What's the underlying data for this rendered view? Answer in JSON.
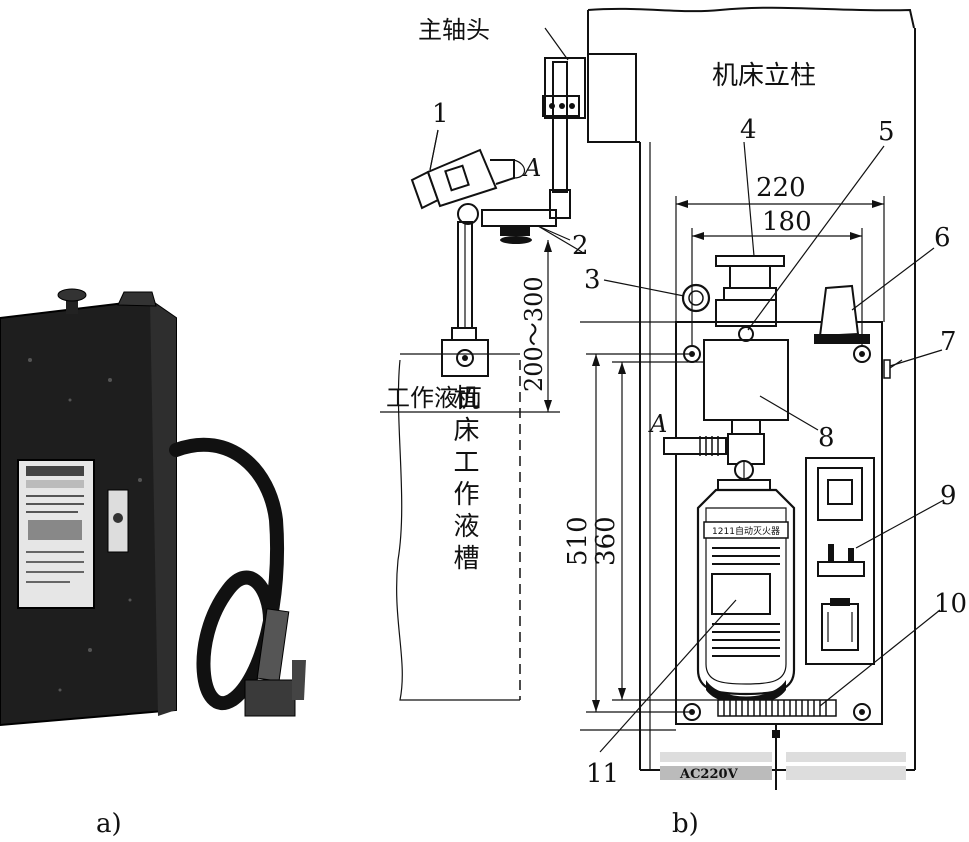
{
  "figure": {
    "panel_a_label": "a)",
    "panel_b_label": "b)",
    "labels": {
      "spindle_head": "主轴头",
      "machine_column": "机床立柱",
      "work_fluid_surface": "工作液面",
      "work_fluid_tank": "机床工作液槽",
      "extinguisher_label": "1211自动灭火器",
      "power_label": "AC220V",
      "arrow_a_top": "A",
      "arrow_a_left": "A"
    },
    "callouts": [
      "1",
      "2",
      "3",
      "4",
      "5",
      "6",
      "7",
      "8",
      "9",
      "10",
      "11"
    ],
    "dimensions": {
      "width_outer": "220",
      "width_inner": "180",
      "height_range": "200～300",
      "height_outer": "510",
      "height_inner": "360"
    }
  }
}
